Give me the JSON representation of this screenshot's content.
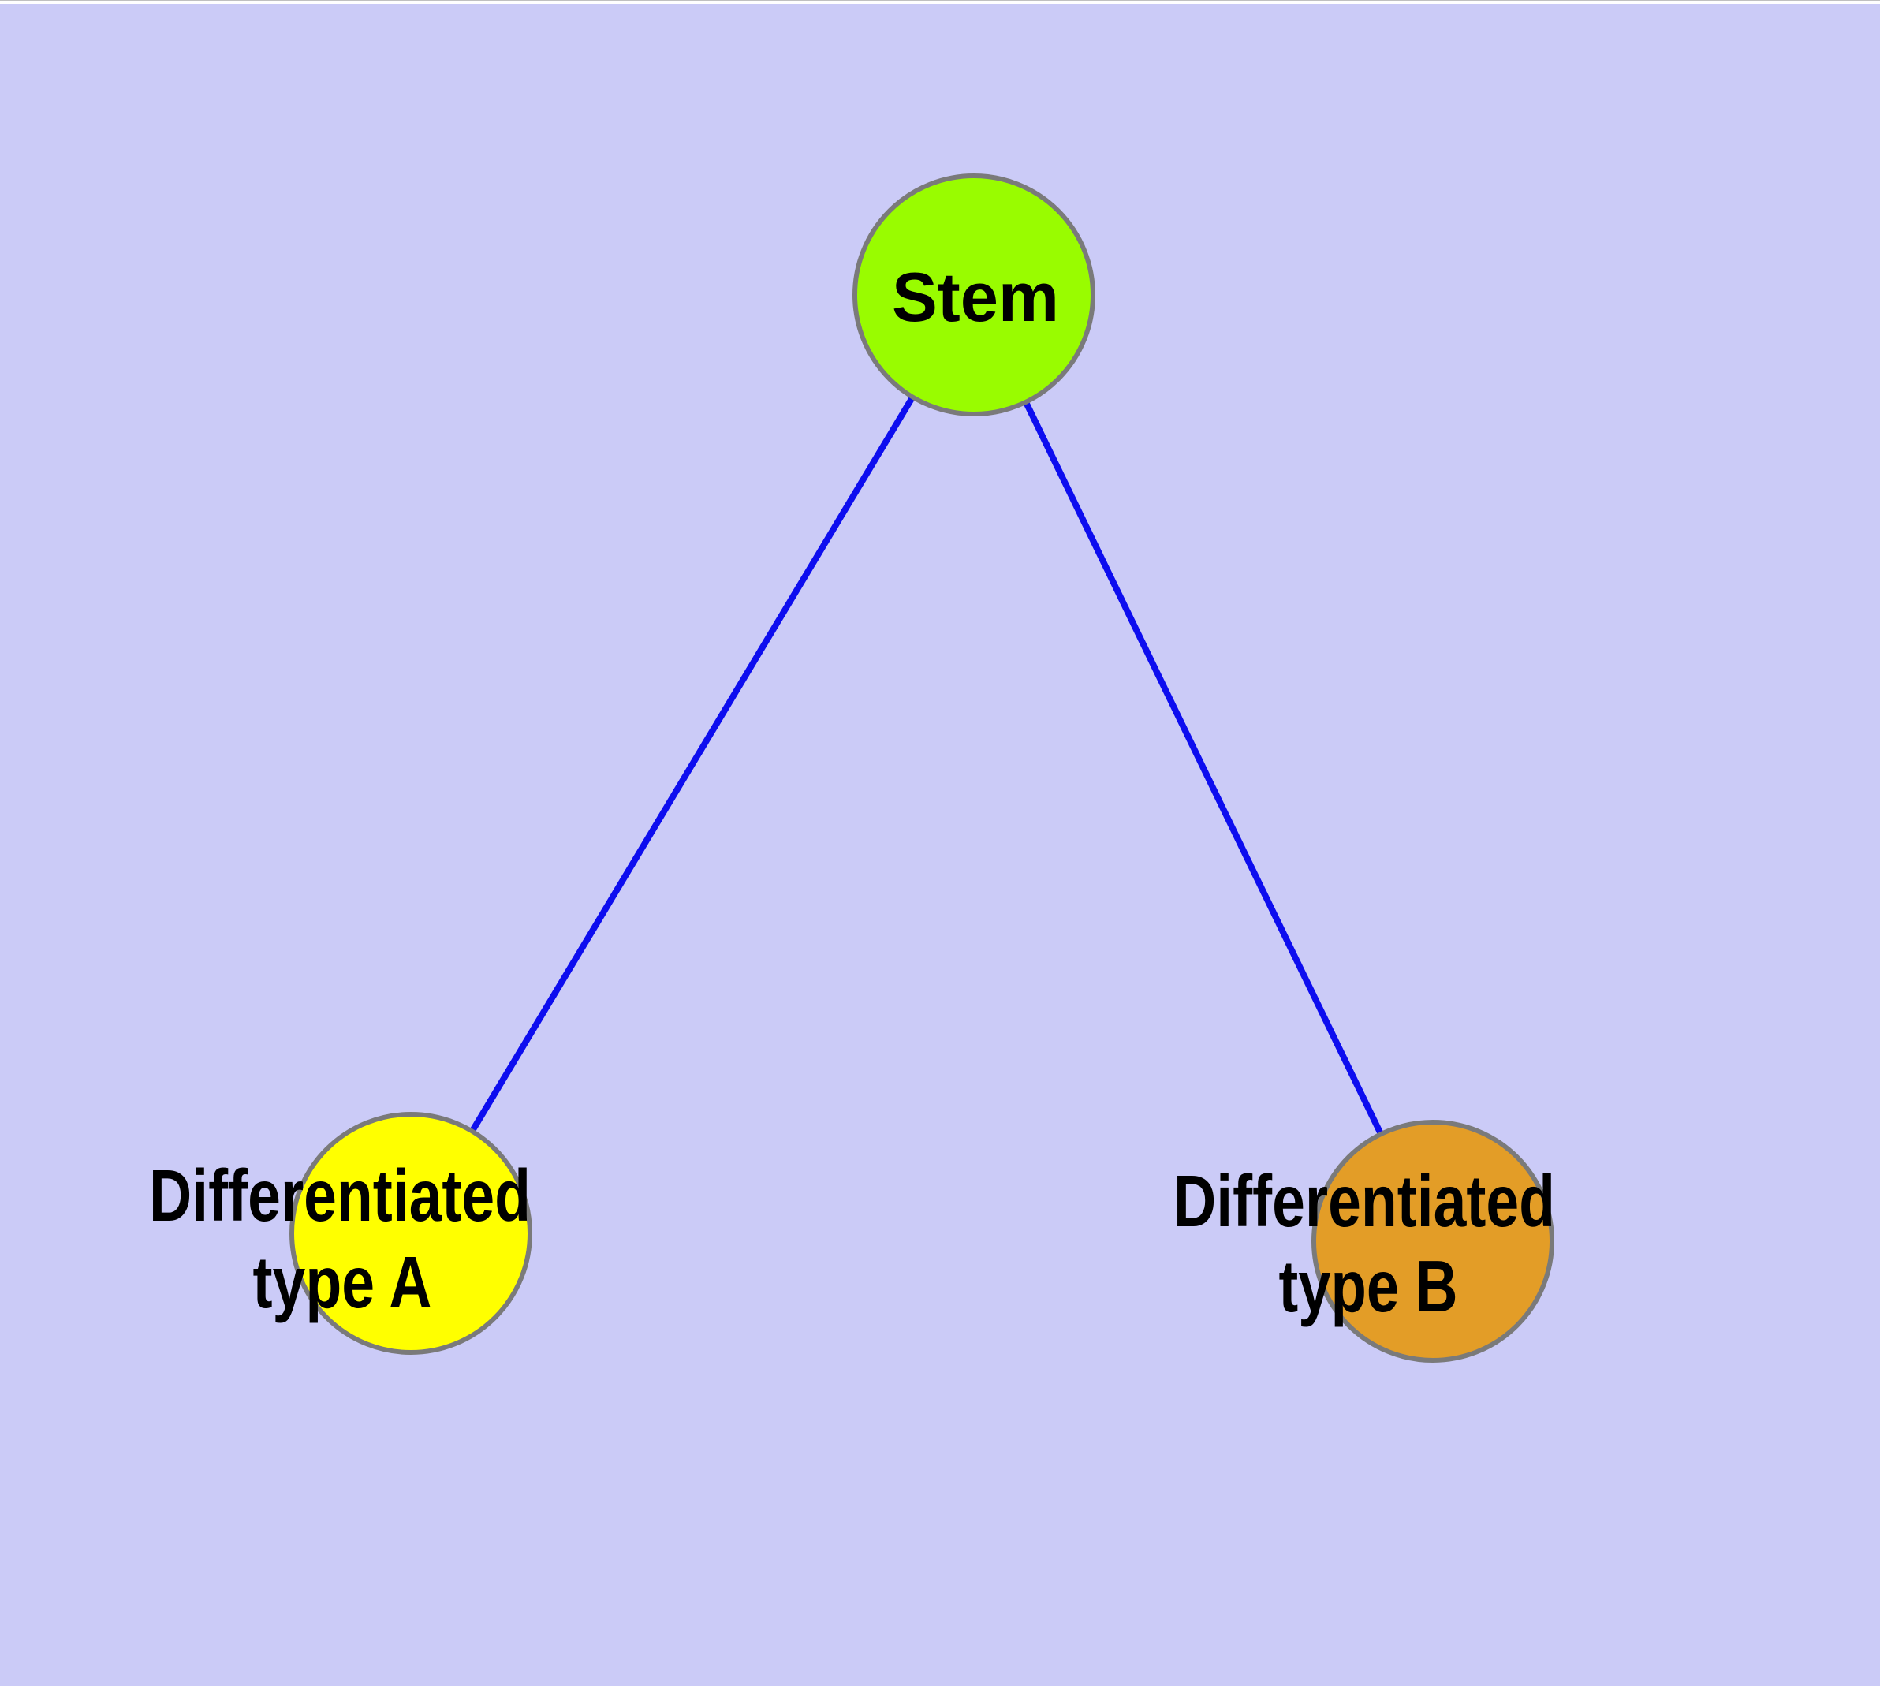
{
  "diagram": {
    "type": "graph",
    "background_color": "#CBCBF7",
    "top_strip_color": "#FFFFFF",
    "edge_color": "#0D0DEF",
    "node_border_color": "#7A7A7A",
    "label_color": "#000000",
    "nodes": [
      {
        "id": "stem",
        "label": "Stem",
        "fill": "#99FC00"
      },
      {
        "id": "differentiated-type-a",
        "label": "Differentiated type A",
        "label_line1": "Differentiated",
        "label_line2": "type A",
        "fill": "#FFFF00"
      },
      {
        "id": "differentiated-type-b",
        "label": "Differentiated type B",
        "label_line1": "Differentiated",
        "label_line2": "type B",
        "fill": "#E39D27"
      }
    ],
    "edges": [
      {
        "from": "Stem",
        "to": "Differentiated type A"
      },
      {
        "from": "Stem",
        "to": "Differentiated type B"
      }
    ]
  }
}
